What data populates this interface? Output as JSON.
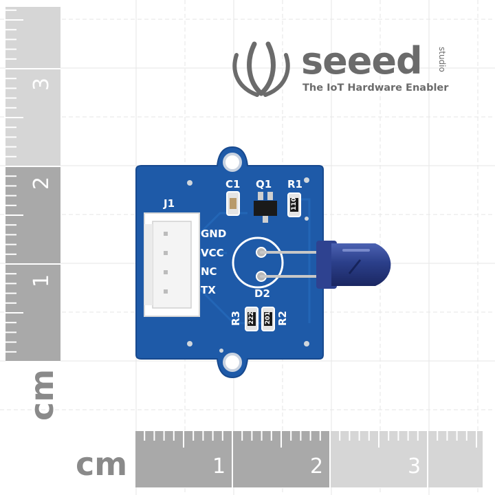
{
  "brand": {
    "name": "seeed",
    "studio": "studio",
    "tagline": "The IoT Hardware Enabler"
  },
  "board": {
    "connector_label": "J1",
    "pins": [
      "GND",
      "VCC",
      "NC",
      "TX"
    ],
    "components": {
      "c1": "C1",
      "q1": "Q1",
      "r1": "R1",
      "d2": "D2",
      "r3": "R3",
      "r2": "R2"
    },
    "resistor_codes": {
      "r1": "110",
      "r3": "222",
      "r2": "201"
    }
  },
  "rulers": {
    "unit": "cm",
    "horizontal_numbers": [
      "1",
      "2",
      "3"
    ],
    "vertical_numbers": [
      "1",
      "2",
      "3"
    ]
  },
  "colors": {
    "pcb": "#1e5aa8",
    "pcb_edge": "#17498e",
    "led": "#2b3f8a",
    "ruler_dark": "#a9a9a9",
    "ruler_light": "#d6d6d6",
    "brand_grey": "#6b6b6b"
  }
}
